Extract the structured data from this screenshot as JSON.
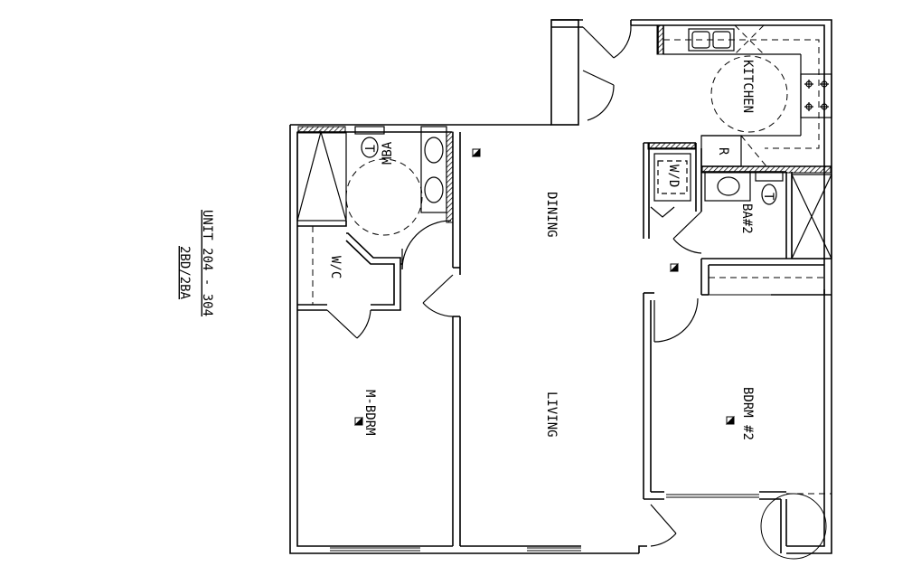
{
  "unit": {
    "title": "UNIT 204 - 304",
    "subtitle": "2BD/2BA"
  },
  "rooms": {
    "kitchen": "KITCHEN",
    "mba": "MBA",
    "wic": "W/C",
    "dining": "DINING",
    "living": "LIVING",
    "mbdrm": "M-BDRM",
    "ba2": "BA#2",
    "bdrm2": "BDRM #2"
  },
  "fixtures": {
    "washer_dryer": "W/D",
    "refrigerator": "R",
    "toilet_mba": "T",
    "toilet_ba2": "T"
  },
  "colors": {
    "line": "#000000",
    "background": "#ffffff",
    "hatch": "#000000"
  }
}
